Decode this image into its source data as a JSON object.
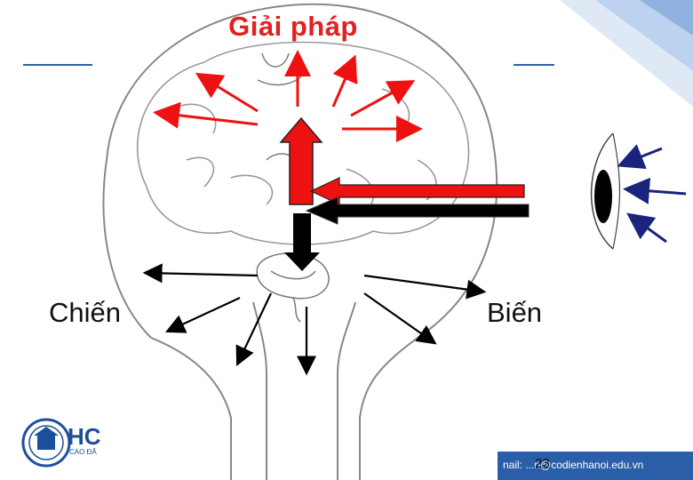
{
  "slide": {
    "title": "Giải pháp",
    "left_label": "Chiến",
    "right_label": "Biến",
    "page_number": "23",
    "footer_email": "nail: ...n@codienhanoi.edu.vn",
    "logo_text": "HC",
    "logo_subtext": "CAO ĐẲ"
  },
  "colors": {
    "title": "#e32020",
    "arrow_red": "#ee1111",
    "arrow_black": "#000000",
    "eye_arrow": "#1a237e",
    "accent_blue": "#2a5ea8"
  }
}
